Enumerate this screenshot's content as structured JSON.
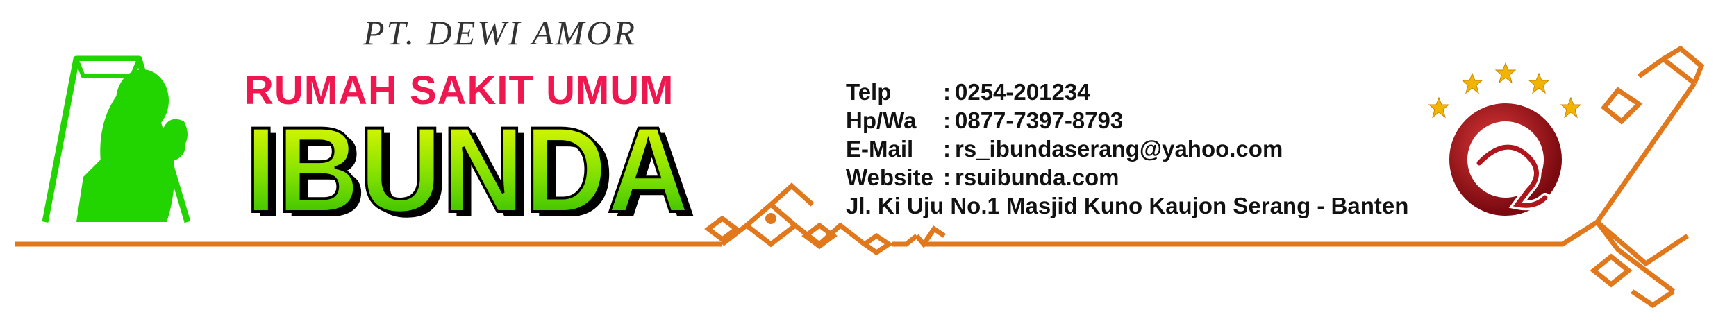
{
  "header": {
    "company": "PT. DEWI AMOR",
    "hospital_type": "RUMAH SAKIT UMUM",
    "hospital_name": "IBUNDA"
  },
  "contact": {
    "rows": [
      {
        "label": "Telp",
        "value": "0254-201234"
      },
      {
        "label": "Hp/Wa",
        "value": "0877-7397-8793"
      },
      {
        "label": "E-Mail",
        "value": "rs_ibundaserang@yahoo.com"
      },
      {
        "label": "Website",
        "value": "rsuibunda.com"
      }
    ],
    "separator": ":",
    "address": "Jl. Ki Uju No.1 Masjid Kuno Kaujon Serang - Banten"
  },
  "colors": {
    "accent_red": "#ee1750",
    "brand_green": "#22d400",
    "ornament_orange": "#e2781c",
    "logo_red": "#b0141c"
  },
  "icons": [
    "mother-child-logo-icon",
    "star-q-s-logo-icon",
    "ornament-border-icon"
  ]
}
